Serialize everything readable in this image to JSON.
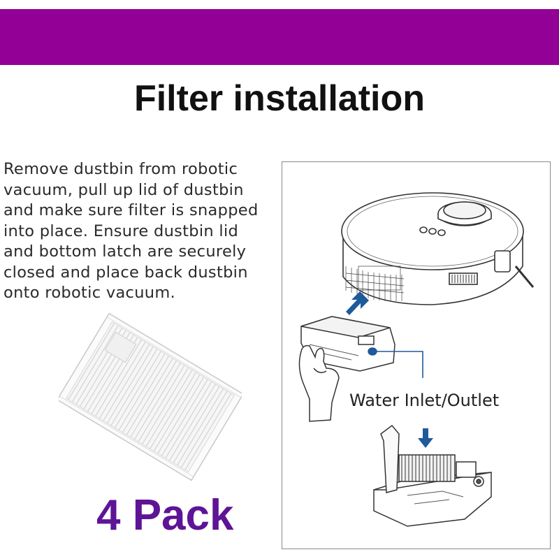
{
  "header": {
    "band_color": "#930095",
    "title": "Filter installation"
  },
  "instructions": {
    "text": "Remove dustbin from robotic vacuum, pull up lid of dustbin and make sure filter is snapped into place. Ensure dustbin lid and bottom latch are securely closed and place back dustbin onto robotic vacuum."
  },
  "product": {
    "pack_label": "4 Pack",
    "pack_color": "#5e1496"
  },
  "diagram": {
    "callout": "Water Inlet/Outlet",
    "arrow_color": "#1f5a9a",
    "icons": [
      "robot-vacuum-icon",
      "dustbin-icon",
      "hand-icon",
      "open-dustbin-icon",
      "arrow-icon"
    ]
  }
}
